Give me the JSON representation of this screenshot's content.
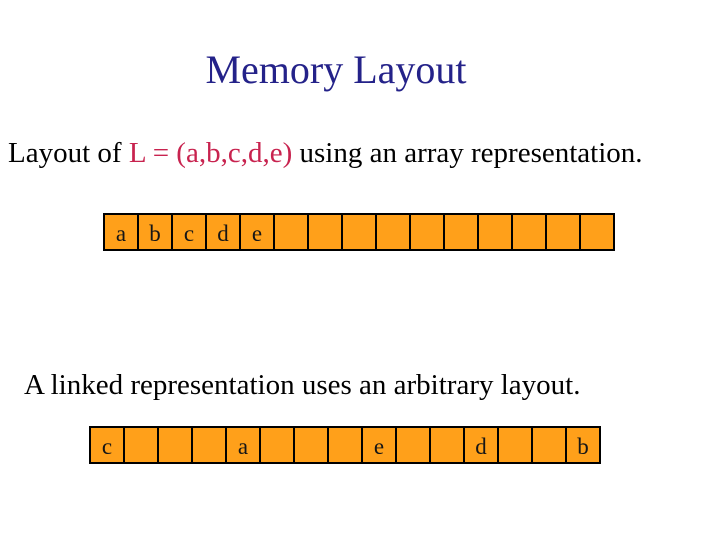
{
  "slide": {
    "title": "Memory Layout",
    "intro": {
      "prefix": "Layout of ",
      "list_expression": "L = (a,b,c,d,e)",
      "suffix": " using an array representation."
    },
    "linked_sentence": "A linked representation uses an arbitrary layout."
  },
  "arrays": {
    "array_representation": {
      "cells": [
        "a",
        "b",
        "c",
        "d",
        "e",
        "",
        "",
        "",
        "",
        "",
        "",
        "",
        "",
        "",
        ""
      ]
    },
    "linked_representation": {
      "cells": [
        "c",
        "",
        "",
        "",
        "a",
        "",
        "",
        "",
        "e",
        "",
        "",
        "d",
        "",
        "",
        "b"
      ]
    }
  },
  "colors": {
    "background": "#FFFFFF",
    "title_text": "#242289",
    "body_text": "#000000",
    "highlight_text": "#C8234F",
    "cell_fill": "#FFA01A",
    "cell_border": "#000000"
  }
}
